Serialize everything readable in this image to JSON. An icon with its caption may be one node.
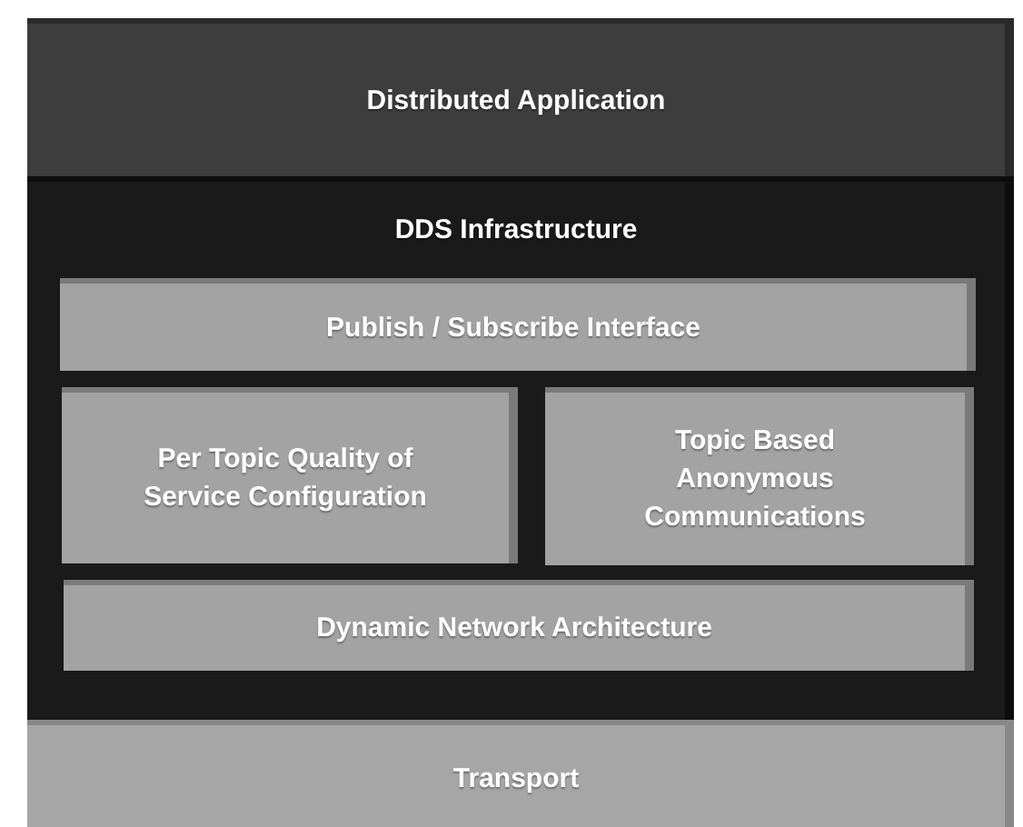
{
  "diagram": {
    "nodes": [
      {
        "text": [
          "Distributed Application"
        ]
      },
      {
        "text": [
          "DDS Infrastructure"
        ]
      },
      {
        "text": [
          "Publish / Subscribe Interface"
        ],
        "in": 1
      },
      {
        "text": [
          "Per Topic Quality of Service Configuration"
        ],
        "in": 1
      },
      {
        "text": [
          "Topic Based Anonymous Communications"
        ],
        "in": 1
      },
      {
        "text": [
          "Dynamic Network Architecture"
        ],
        "in": 1
      },
      {
        "text": [
          "Transport"
        ]
      }
    ]
  }
}
